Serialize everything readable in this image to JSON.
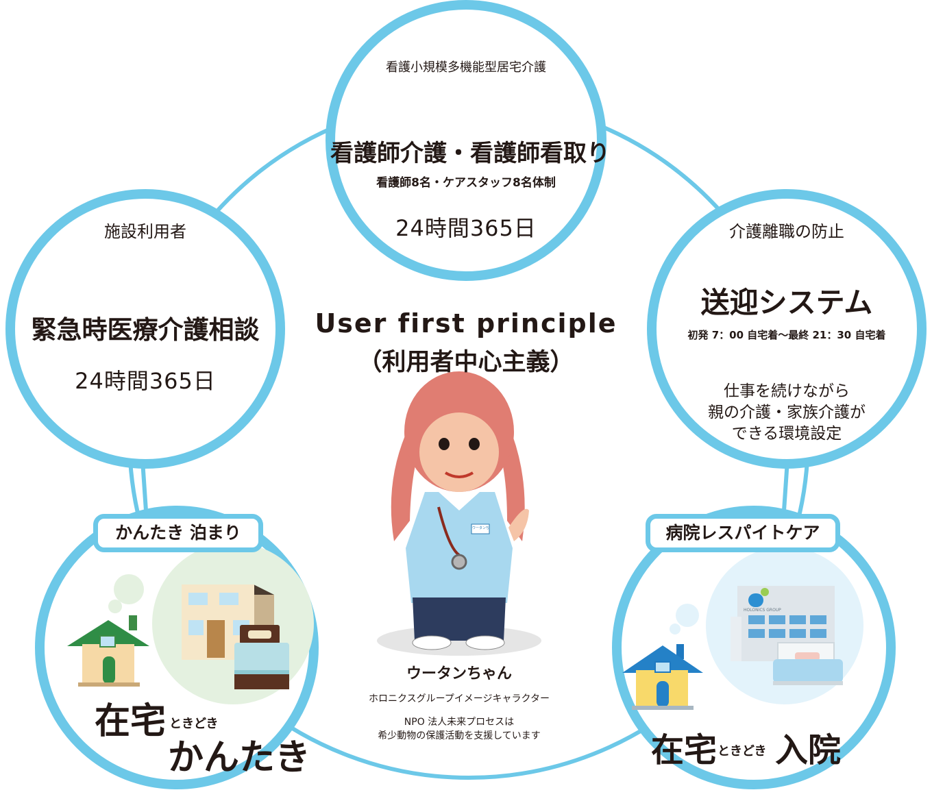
{
  "colors": {
    "ring": "#6cc8e8",
    "text": "#231815",
    "bubble_green": "#e4f1e0",
    "bubble_blue": "#e3f3fb"
  },
  "top_circle": {
    "label": "看護小規模多機能型居宅介護",
    "title": "看護師介護・看護師看取り",
    "sub": "看護師8名・ケアスタッフ8名体制",
    "hours": "24時間365日"
  },
  "left_circle": {
    "label": "施設利用者",
    "title": "緊急時医療介護相談",
    "hours": "24時間365日"
  },
  "right_circle": {
    "label": "介護離職の防止",
    "title": "送迎システム",
    "schedule": "初発 7：00 自宅着～最終 21：30 自宅着",
    "note_line1": "仕事を続けながら",
    "note_line2": "親の介護・家族介護が",
    "note_line3": "できる環境設定"
  },
  "center": {
    "principle_en": "User first principle",
    "principle_ja": "（利用者中心主義）"
  },
  "character": {
    "name": "ウータンちゃん",
    "description": "ホロニクスグループイメージキャラクター",
    "npo_line1": "NPO 法人未来プロセスは",
    "npo_line2": "希少動物の保護活動を支援しています",
    "badge_text": "ウータンちゃん"
  },
  "bottom_left": {
    "tag": "かんたき 泊まり",
    "word1": "在宅",
    "small": "ときどき",
    "word2": "かんたき"
  },
  "bottom_right": {
    "tag": "病院レスパイトケア",
    "word1": "在宅",
    "small": "ときどき",
    "word2": "入院",
    "hospital_sign": "HOLONICS GROUP"
  },
  "icons": [
    "house-green-icon",
    "apartment-icon",
    "bed-icon",
    "house-blue-icon",
    "hospital-icon",
    "hospital-bed-icon",
    "orangutan-mascot"
  ]
}
